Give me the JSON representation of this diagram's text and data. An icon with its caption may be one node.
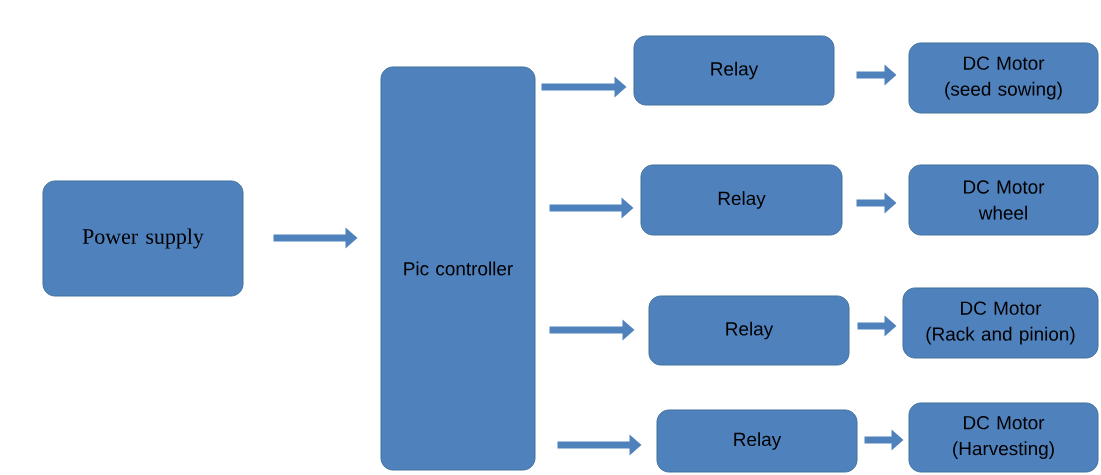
{
  "diagram": {
    "nodes": [
      {
        "text": [
          "Power supply"
        ]
      },
      {
        "text": [
          "Pic controller"
        ]
      },
      {
        "text": [
          "Relay"
        ]
      },
      {
        "text": [
          "DC Motor",
          "(seed sowing)"
        ]
      },
      {
        "text": [
          "Relay"
        ]
      },
      {
        "text": [
          "DC Motor",
          "wheel"
        ]
      },
      {
        "text": [
          "Relay"
        ]
      },
      {
        "text": [
          "DC Motor",
          "(Rack and pinion)"
        ]
      },
      {
        "text": [
          "Relay"
        ]
      },
      {
        "text": [
          "DC Motor",
          "(Harvesting)"
        ]
      }
    ],
    "edges": [
      {
        "from": 0,
        "to": 1,
        "arrow": "to"
      },
      {
        "from": 1,
        "to": 2,
        "arrow": "to"
      },
      {
        "from": 1,
        "to": 4,
        "arrow": "to"
      },
      {
        "from": 1,
        "to": 6,
        "arrow": "to"
      },
      {
        "from": 1,
        "to": 8,
        "arrow": "to"
      },
      {
        "from": 2,
        "to": 3,
        "arrow": "to"
      },
      {
        "from": 4,
        "to": 5,
        "arrow": "to"
      },
      {
        "from": 6,
        "to": 7,
        "arrow": "to"
      },
      {
        "from": 8,
        "to": 9,
        "arrow": "to"
      }
    ]
  }
}
